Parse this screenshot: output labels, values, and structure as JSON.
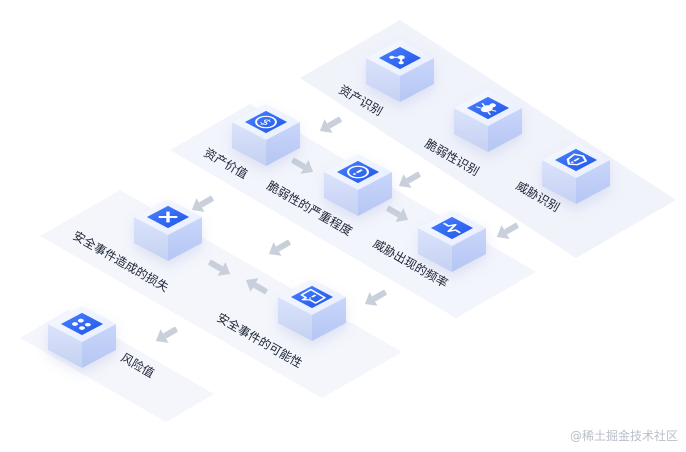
{
  "nodes": {
    "asset_identification": {
      "label": "资产识别",
      "icon": "network-node-icon"
    },
    "vulnerability_identification": {
      "label": "脆弱性识别",
      "icon": "bug-icon"
    },
    "threat_identification": {
      "label": "威胁识别",
      "icon": "shield-warning-icon"
    },
    "asset_value": {
      "label": "资产价值",
      "icon": "dollar-icon"
    },
    "vulnerability_severity": {
      "label": "脆弱性的严重程度",
      "icon": "exclamation-icon"
    },
    "threat_frequency": {
      "label": "威胁出现的频率",
      "icon": "pulse-icon"
    },
    "incident_loss": {
      "label": "安全事件造成的损失",
      "icon": "close-icon"
    },
    "incident_likelihood": {
      "label": "安全事件的可能性",
      "icon": "warning-message-icon"
    },
    "risk_value": {
      "label": "风险值",
      "icon": "dots-icon"
    }
  },
  "watermark": "@稀土掘金技术社区",
  "colors": {
    "panel": "#f1f3fb",
    "panel_edge": "#e6e9f6",
    "cube_side_left": "#d7dff6",
    "cube_side_right": "#c8d3f2",
    "cube_top": "#eef2ff",
    "icon_fill": "#2f6bff",
    "icon_fill_dark": "#1f55e8",
    "arrow": "#c6cdd9",
    "label": "#1b2333"
  }
}
